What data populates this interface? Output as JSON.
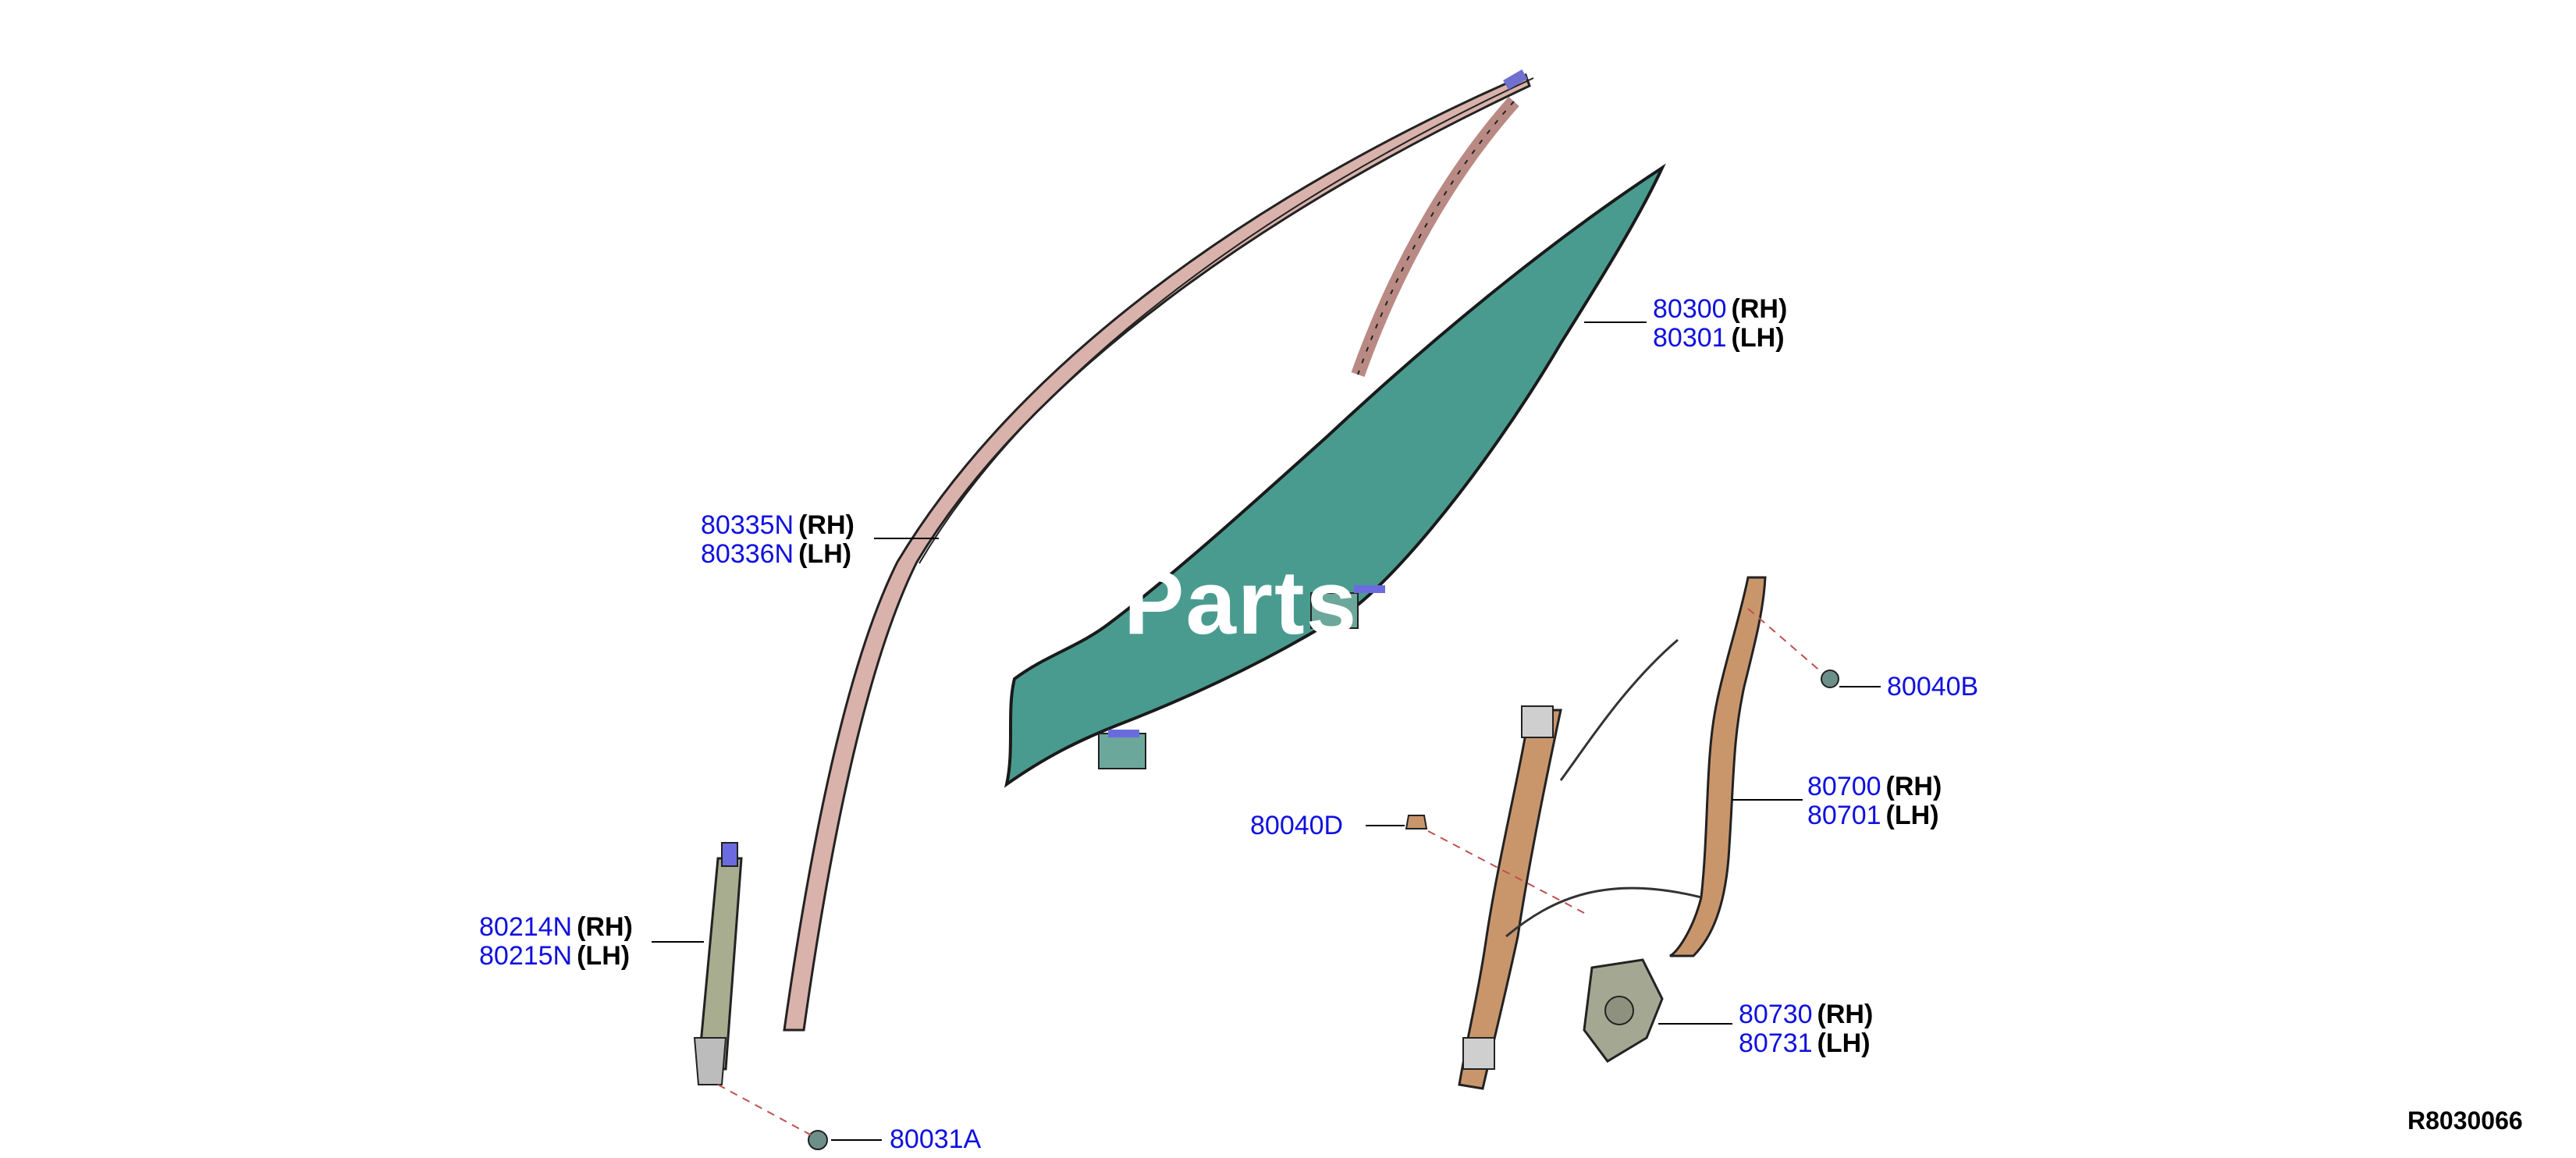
{
  "watermark": "Parts",
  "reference_code": "R8030066",
  "colors": {
    "part_number": "#1010e0",
    "glass": "#4a9b8f",
    "sash": "#d4aba4",
    "regulator": "#c9966c",
    "motor": "#a4a893",
    "leader_dashed": "#c0504d"
  },
  "callouts": {
    "glass": {
      "rh": "80300",
      "rh_side": "(RH)",
      "lh": "80301",
      "lh_side": "(LH)"
    },
    "sash": {
      "rh": "80335N",
      "rh_side": "(RH)",
      "lh": "80336N",
      "lh_side": "(LH)"
    },
    "guide": {
      "rh": "80214N",
      "rh_side": "(RH)",
      "lh": "80215N",
      "lh_side": "(LH)"
    },
    "grommet": {
      "pn": "80031A"
    },
    "bolt_d": {
      "pn": "80040D"
    },
    "nut_b": {
      "pn": "80040B"
    },
    "regulator": {
      "rh": "80700",
      "rh_side": "(RH)",
      "lh": "80701",
      "lh_side": "(LH)"
    },
    "motor": {
      "rh": "80730",
      "rh_side": "(RH)",
      "lh": "80731",
      "lh_side": "(LH)"
    }
  }
}
